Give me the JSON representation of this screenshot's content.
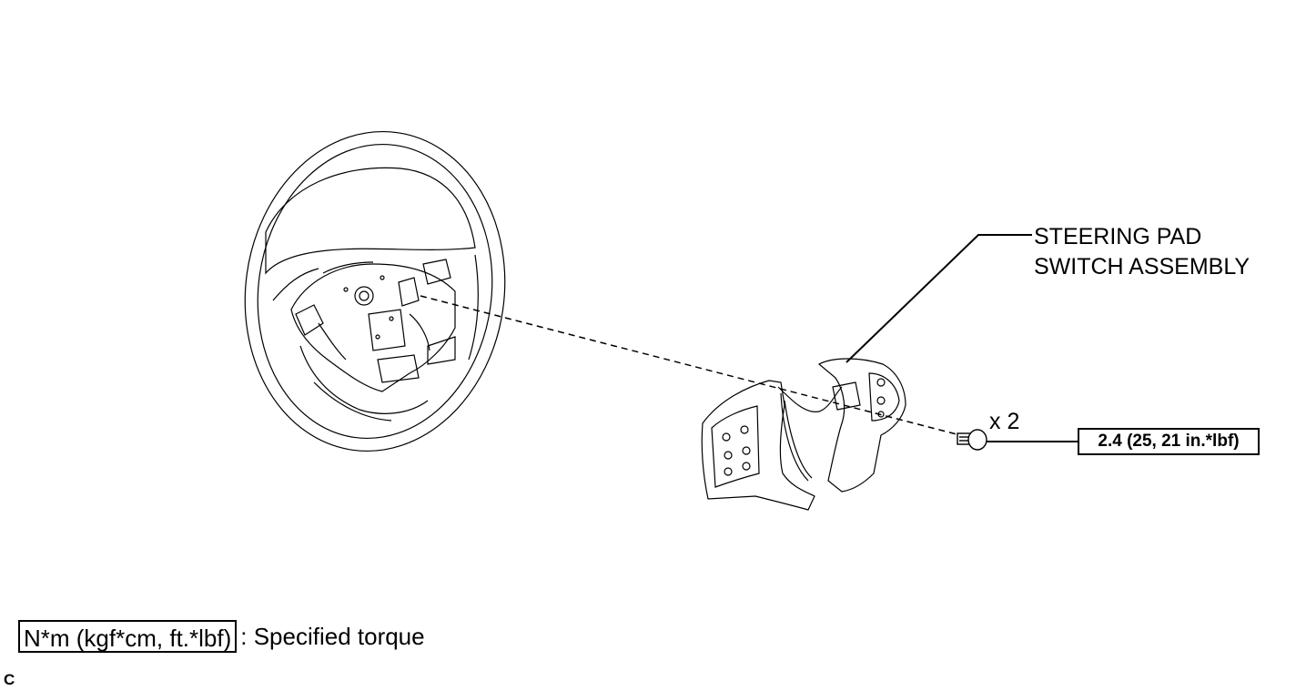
{
  "diagram": {
    "part_label_line1": "STEERING PAD",
    "part_label_line2": "SWITCH ASSEMBLY",
    "quantity": "x 2",
    "torque_value": "2.4 (25, 21 in.*lbf)"
  },
  "legend": {
    "unit_box": "N*m (kgf*cm, ft.*lbf)",
    "description": ": Specified torque"
  },
  "figure_code": "C",
  "icons": [
    "steering-wheel-icon",
    "switch-assembly-icon",
    "screw-icon"
  ]
}
